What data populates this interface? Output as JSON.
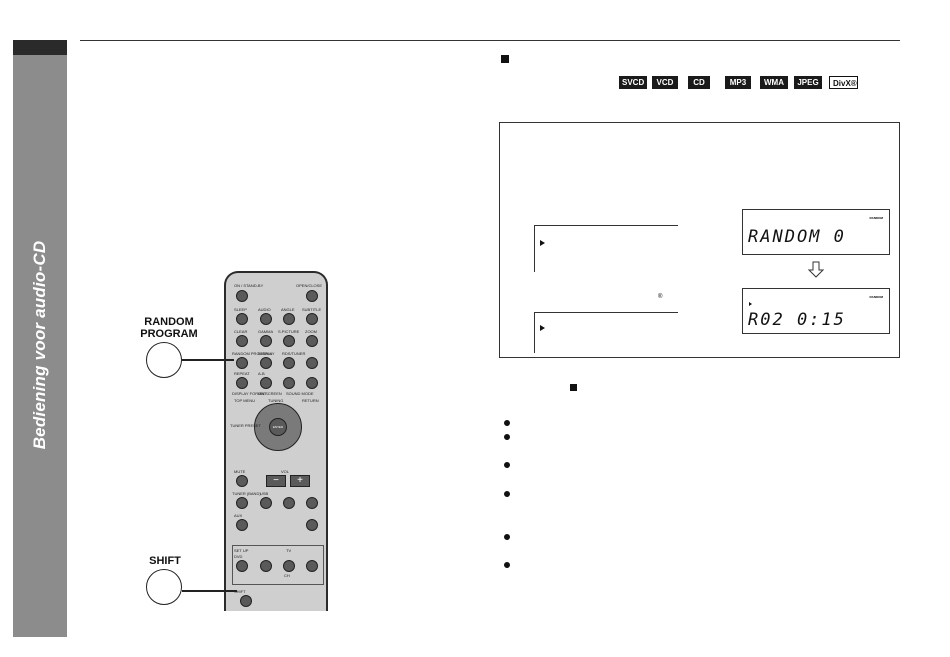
{
  "sidebar": {
    "section_title": "Bediening voor audio-CD"
  },
  "callouts": {
    "random_program": {
      "line1": "RANDOM",
      "line2": "PROGRAM"
    },
    "shift": {
      "label": "SHIFT"
    }
  },
  "disc_badges": [
    "SVCD",
    "VCD",
    "CD",
    "MP3",
    "WMA",
    "JPEG",
    "DivX®"
  ],
  "display": {
    "indicator": "RANDOM",
    "screen1": "RANDOM 0",
    "screen2": "R02   0:15",
    "registered_mark": "®"
  },
  "remote": {
    "enter": "ENTER",
    "vol_minus": "−",
    "vol_plus": "+",
    "labels": [
      "ON / STAND-BY",
      "OPEN/CLOSE",
      "SLEEP",
      "AUDIO",
      "ANGLE",
      "SUBTITLE",
      "CLEAR",
      "GAMMA",
      "S.PICTURE",
      "ZOOM",
      "RANDOM PROGRAM",
      "DISPLAY",
      "RDS/TUNER",
      "REPEAT",
      "A-B",
      "DISPLAY FORMAT",
      "ON SCREEN",
      "SOUND MODE",
      "TOP MENU",
      "TUNING",
      "RETURN",
      "TUNER PRESET",
      "MUTE",
      "VOL",
      "TUNER (BAND)",
      "USB",
      "AUX",
      "SET UP",
      "DVD",
      "TV",
      "CH",
      "SHIFT"
    ]
  }
}
